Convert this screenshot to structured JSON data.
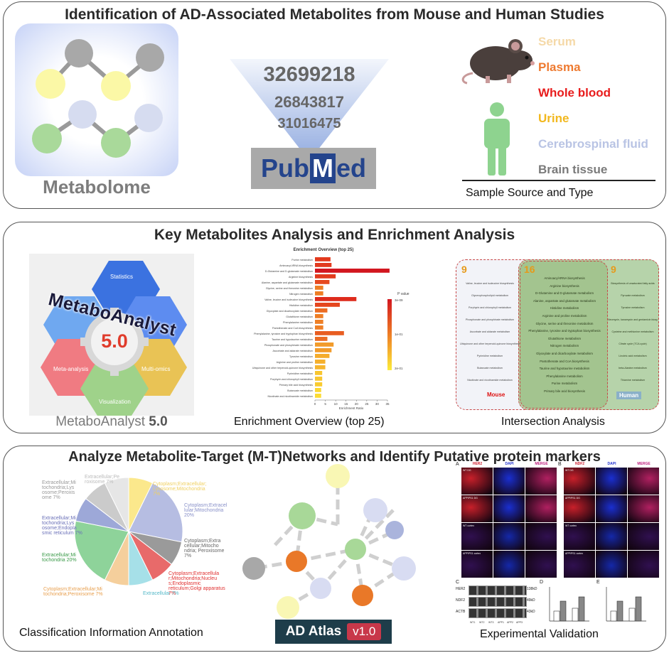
{
  "panel1": {
    "title": "Identification of AD-Associated Metabolites from Mouse and Human Studies",
    "metabolome_label": "Metabolome",
    "pubmed_ids": [
      "32699218",
      "26843817",
      "31016475"
    ],
    "pubmed_logo": {
      "pub": "Pub",
      "m": "M",
      "ed": "ed"
    },
    "sources": [
      {
        "label": "Serum",
        "color": "#f5d9a8"
      },
      {
        "label": "Plasma",
        "color": "#ee7a30"
      },
      {
        "label": "Whole blood",
        "color": "#e81c1c"
      },
      {
        "label": "Urine",
        "color": "#f2b81e"
      },
      {
        "label": "Cerebrospinal fluid",
        "color": "#b9c4e4"
      },
      {
        "label": "Brain tissue",
        "color": "#7a7a7a"
      }
    ],
    "sources_caption": "Sample Source and Type"
  },
  "panel2": {
    "title": "Key Metabolites Analysis and Enrichment Analysis",
    "ma_logo": {
      "word": "MetaboAnalyst",
      "version": "5.0",
      "segments": [
        "Statistics",
        "Meta-analysis",
        "Visualization",
        "Multi-omics"
      ]
    },
    "ma_caption": {
      "name": "MetaboAnalyst",
      "version": "5.0"
    },
    "enrichment_caption": "Enrichment Overview (top 25)",
    "intersection_caption": "Intersection Analysis",
    "venn": {
      "mouse": {
        "count": "9",
        "label": "Mouse",
        "items": [
          "Valine, leucine and isoleucine biosynthesis",
          "Glycerophospholipid metabolism",
          "Porphyrin and chlorophyll metabolism",
          "Phosphonate and phosphinate metabolism",
          "Ascorbate and aldarate metabolism",
          "Ubiquinone and other terpenoid-quinone biosynthesis",
          "Pyrimidine metabolism",
          "Butanoate metabolism",
          "Nicotinate and nicotinamide metabolism"
        ]
      },
      "shared": {
        "count": "16",
        "items": [
          "Aminoacyl-tRNA biosynthesis",
          "Arginine biosynthesis",
          "D-Glutamine and D-glutamate metabolism",
          "Alanine, aspartate and glutamate metabolism",
          "Histidine metabolism",
          "Arginine and proline metabolism",
          "Glycine, serine and threonine metabolism",
          "Phenylalanine, tyrosine and tryptophan biosynthesis",
          "Glutathione metabolism",
          "Nitrogen metabolism",
          "Glyoxylate and dicarboxylate metabolism",
          "Pantothenate and CoA biosynthesis",
          "Taurine and hypotaurine metabolism",
          "Phenylalanine metabolism",
          "Purine metabolism",
          "Primary bile acid biosynthesis"
        ]
      },
      "human": {
        "count": "9",
        "label": "Human",
        "items": [
          "Biosynthesis of unsaturated fatty acids",
          "Pyruvate metabolism",
          "Tyrosine metabolism",
          "Neomycin, kanamycin and gentamicin biosynthesis",
          "Cysteine and methionine metabolism",
          "Citrate cycle (TCA cycle)",
          "Linoleic acid metabolism",
          "beta-Alanine metabolism",
          "Thiamine metabolism"
        ]
      }
    }
  },
  "chart_data": {
    "type": "bar",
    "title": "Enrichment Overview (top 25)",
    "xlabel": "Enrichment Ratio",
    "ylabel": "",
    "xlim": [
      0,
      35
    ],
    "xticks": [
      "0",
      "5",
      "10",
      "15",
      "20",
      "25",
      "30",
      "35"
    ],
    "legend_title": "P value",
    "legend_ticks": [
      "3e-09",
      "1e-01",
      "2e-01"
    ],
    "categories": [
      "Purine metabolism",
      "Aminoacyl-tRNA biosynthesis",
      "D-Glutamine and D-glutamate metabolism",
      "Arginine biosynthesis",
      "Alanine, aspartate and glutamate metabolism",
      "Glycine, serine and threonine metabolism",
      "Nitrogen metabolism",
      "Valine, leucine and isoleucine biosynthesis",
      "Histidine metabolism",
      "Glyoxylate and dicarboxylate metabolism",
      "Glutathione metabolism",
      "Phenylalanine metabolism",
      "Pantothenate and CoA biosynthesis",
      "Phenylalanine, tyrosine and tryptophan biosynthesis",
      "Taurine and hypotaurine metabolism",
      "Phosphonate and phosphinate metabolism",
      "Ascorbate and aldarate metabolism",
      "Tyrosine metabolism",
      "Arginine and proline metabolism",
      "Ubiquinone and other terpenoid-quinone biosynthesis",
      "Pyrimidine metabolism",
      "Porphyrin and chlorophyll metabolism",
      "Primary bile acid biosynthesis",
      "Butanoate metabolism",
      "Nicotinate and nicotinamide metabolism"
    ],
    "values": [
      7.5,
      8,
      36,
      10,
      7,
      4,
      4,
      20,
      12,
      6,
      4,
      4,
      4,
      14,
      6,
      9,
      8,
      7,
      5,
      5,
      3.5,
      3.5,
      3.5,
      3,
      3
    ],
    "colors": [
      "#e33a1e",
      "#e23a1e",
      "#d2161f",
      "#e23b1e",
      "#e6491f",
      "#ee7e25",
      "#ee7e25",
      "#de2c1d",
      "#e5461e",
      "#eb6c23",
      "#ee7e25",
      "#ee7f26",
      "#ee7f26",
      "#e85d21",
      "#eb6c23",
      "#f29b2a",
      "#f29b2a",
      "#f5ac2c",
      "#f5b02d",
      "#f6b52d",
      "#f8c630",
      "#f8c630",
      "#f9cb31",
      "#fbd733",
      "#fcdc34"
    ]
  },
  "panel3": {
    "title": "Analyze Metabolite-Target (M-T)Networks and Identify Putative protein markers",
    "pie_caption": "Classification Information Annotation",
    "pie_slices": [
      {
        "label": "Cytoplasm;Extracellular;Lysosome;Mitochondria",
        "value": 7,
        "color": "#fbe88c"
      },
      {
        "label": "Cytoplasm;Extracellular;Mitochondria",
        "value": 20,
        "color": "#b6bde2"
      },
      {
        "label": "Cytoplasm;Extracellular;Mitochondria;Peroxisome",
        "value": 7,
        "color": "#9a9a9a"
      },
      {
        "label": "Cytoplasm;Extracellular;Mitochondria;Nucleus;Endoplasmic reticulum;Golgi apparatus",
        "value": 7,
        "color": "#e86a6a"
      },
      {
        "label": "Extracellular",
        "value": 7,
        "color": "#a6e0e8"
      },
      {
        "label": "Cytoplasm;Extracellular;Mitochondria;Peroxisome",
        "value": 7,
        "color": "#f5cf9c"
      },
      {
        "label": "Extracellular;Mitochondria",
        "value": 20,
        "color": "#8ed39a"
      },
      {
        "label": "Extracellular;Mitochondria;Lysosome;Endoplasmic reticulum",
        "value": 7,
        "color": "#9da8d8"
      },
      {
        "label": "Extracellular;Mitochondria;Lysosome;Peroxisome",
        "value": 7,
        "color": "#cbcbcb"
      },
      {
        "label": "Extracellular;Peroxisome",
        "value": 7,
        "color": "#e6e6e6"
      }
    ],
    "pie_text": {
      "s1": "Cytoplasm;Extracellular; Lysosome;Mitochondria 7%",
      "s2": "Cytoplasm;Extracel lular;Mitochondria 20%",
      "s3": "Cytoplasm;Extra cellular;Mitocho ndria; Peroxisome 7%",
      "s4": "Cytoplasm;Extracellula r;Mitochondria;Nucleu s;Endoplasmic reticulum;Golgi apparatus 7%",
      "s5": "Extracellular 7%",
      "s6": "Cytoplasm;Extracellular;Mi tochondria;Peroxisome 7%",
      "s7": "Extracellular;Mi tochondria 20%",
      "s8": "Extracellular;Mi tochondria;Lys osome;Endopla smic reticulum 7%",
      "s9": "Extracellular;Mi tochondria;Lys osome;Peroxis ome 7%",
      "s10": "Extracellular;Pe roxisome 7%"
    },
    "atlas": {
      "name": "AD Atlas",
      "version": "v1.0"
    },
    "validation_caption": "Experimental Validation",
    "micro": {
      "panel_labels": [
        "A",
        "B",
        "C",
        "D",
        "E"
      ],
      "stains_a": [
        "HER2",
        "DAPI",
        "MERGE"
      ],
      "stains_b": [
        "NDF2",
        "DAPI",
        "MERGE"
      ],
      "row_labels": [
        "WT DG",
        "APP/PS1 DG",
        "WT cortex",
        "APP/PS1 cortex"
      ],
      "blot_labels": [
        "HER2",
        "NDF2",
        "ACTB"
      ],
      "blot_kda": [
        "138kD",
        "49kD",
        "43kD"
      ],
      "lane_labels": [
        "WT1",
        "WT2",
        "WT3",
        "APP1",
        "APP2",
        "APP3"
      ]
    }
  }
}
